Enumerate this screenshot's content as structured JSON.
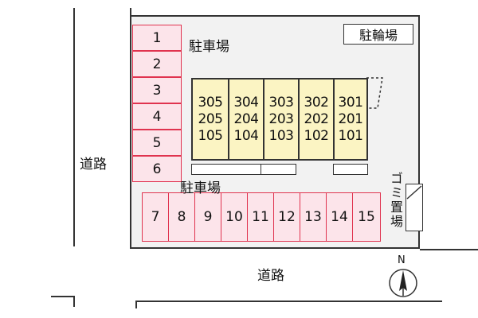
{
  "labels": {
    "parking_top": "駐車場",
    "parking_bottom": "駐車場",
    "bicycle": "駐輪場",
    "road_left": "道路",
    "road_bottom": "道路",
    "garbage": "ゴミ置場",
    "north": "N"
  },
  "left_stalls": [
    "1",
    "2",
    "3",
    "4",
    "5",
    "6"
  ],
  "bottom_stalls": [
    "7",
    "8",
    "9",
    "10",
    "11",
    "12",
    "13",
    "14",
    "15"
  ],
  "units": [
    {
      "top": "305",
      "mid": "205",
      "bot": "105"
    },
    {
      "top": "304",
      "mid": "204",
      "bot": "104"
    },
    {
      "top": "303",
      "mid": "203",
      "bot": "103"
    },
    {
      "top": "302",
      "mid": "202",
      "bot": "102"
    },
    {
      "top": "301",
      "mid": "201",
      "bot": "101"
    }
  ],
  "colors": {
    "stall_fill": "#fce4ea",
    "stall_border": "#e0334f",
    "building_fill": "#fbf4c3",
    "lot_fill": "#f2f2f2"
  }
}
